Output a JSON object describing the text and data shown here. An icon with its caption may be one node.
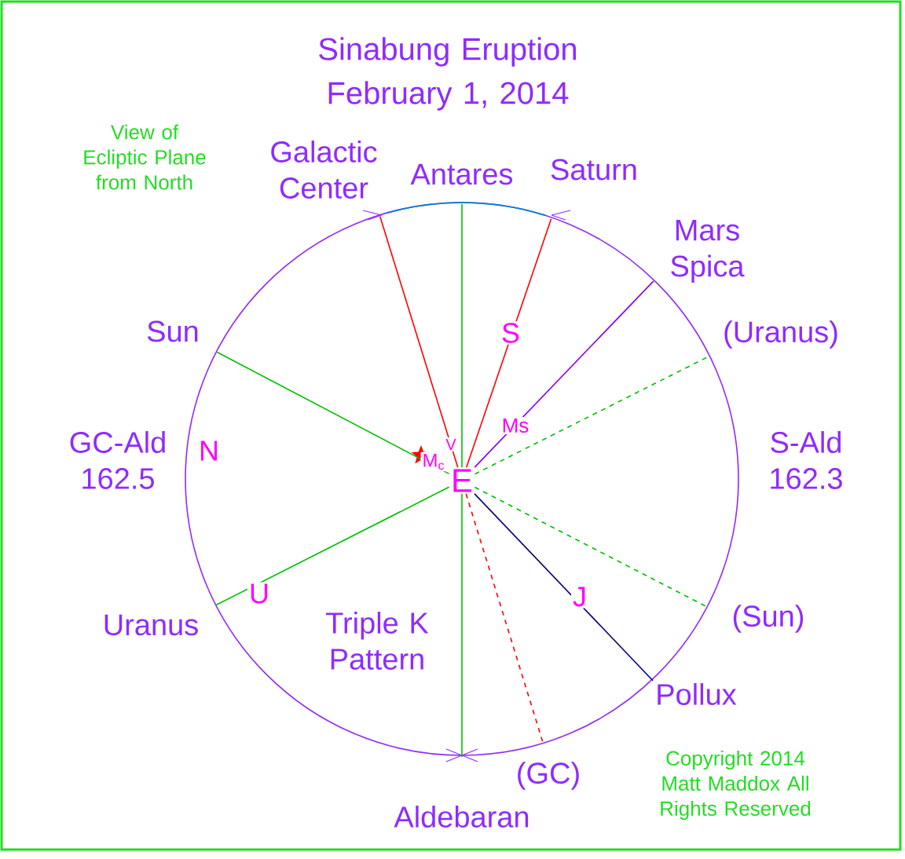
{
  "diagram": {
    "title": "Sinabung Eruption February 1, 2014",
    "nodes": [
      {
        "text": [
          "E"
        ]
      },
      {
        "text": [
          "Antares"
        ]
      },
      {
        "text": [
          "Aldebaran"
        ]
      },
      {
        "text": [
          "Galactic Center"
        ]
      },
      {
        "text": [
          "Saturn"
        ]
      },
      {
        "text": [
          "(GC)"
        ]
      },
      {
        "text": [
          "Mars Spica"
        ]
      },
      {
        "text": [
          "Pollux"
        ]
      },
      {
        "text": [
          "Sun"
        ]
      },
      {
        "text": [
          "Uranus"
        ]
      },
      {
        "text": [
          "(Uranus)"
        ]
      },
      {
        "text": [
          "(Sun)"
        ]
      }
    ],
    "edges": [
      {
        "from": 0,
        "to": 1,
        "arrow": "none"
      },
      {
        "from": 0,
        "to": 2,
        "arrow": "none"
      },
      {
        "from": 0,
        "to": 3,
        "arrow": "none",
        "color": "#ff0000"
      },
      {
        "from": 0,
        "to": 4,
        "arrow": "none",
        "color": "#ff0000"
      },
      {
        "from": 0,
        "to": 5,
        "arrow": "none",
        "style": "dashed",
        "color": "#ff0000"
      },
      {
        "from": 0,
        "to": 6,
        "arrow": "none",
        "color": "#8000ff"
      },
      {
        "from": 0,
        "to": 7,
        "arrow": "none",
        "color": "#000080"
      },
      {
        "from": 0,
        "to": 8,
        "arrow": "none"
      },
      {
        "from": 0,
        "to": 9,
        "arrow": "none"
      },
      {
        "from": 0,
        "to": 10,
        "arrow": "none",
        "style": "dashed"
      },
      {
        "from": 0,
        "to": 11,
        "arrow": "none",
        "style": "dashed"
      }
    ],
    "labels": [
      "View of Ecliptic Plane from North",
      "GC-Ald 162.5",
      "N",
      "S",
      "Ms",
      "M$_{c}$",
      "V",
      "S-Ald 162.3",
      "U",
      "Triple K Pattern",
      "J",
      "Copyright 2014 Matt Maddox All Rights Reserved"
    ]
  }
}
